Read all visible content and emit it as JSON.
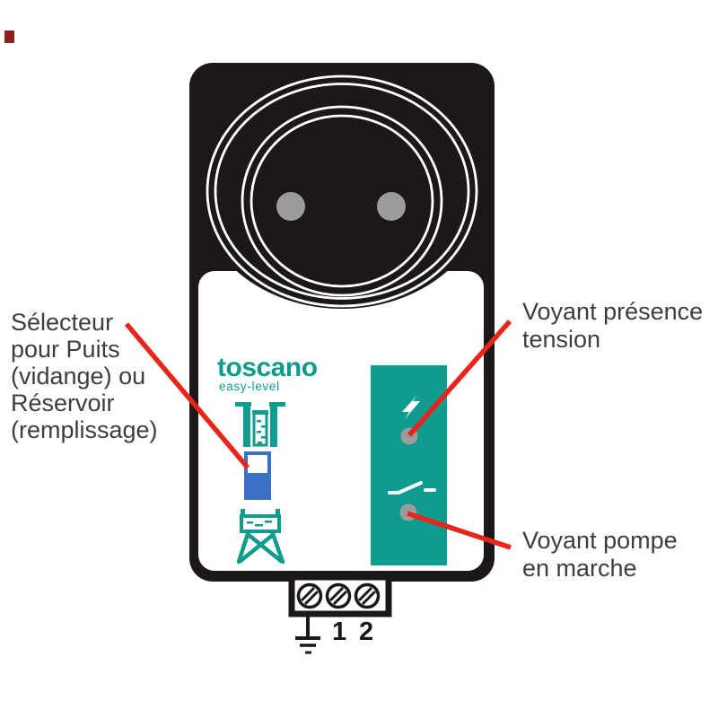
{
  "device": {
    "brand": "toscano",
    "tagline": "easy-level",
    "terminal_labels": {
      "t1": "1",
      "t2": "2"
    }
  },
  "annotations": {
    "selector": {
      "l1": "Sélecteur",
      "l2": "pour Puits",
      "l3": "(vidange) ou",
      "l4": "Réservoir",
      "l5": "(remplissage)"
    },
    "voltage_led": {
      "l1": "Voyant présence",
      "l2": "tension"
    },
    "pump_led": {
      "l1": "Voyant pompe",
      "l2": "en marche"
    }
  },
  "icons": {
    "socket": "power-socket-two-pin",
    "voltage": "lightning-bolt",
    "pump": "switch-contact",
    "selector_top": "well-probe-level",
    "selector_bottom": "reservoir-tower",
    "ground": "earth-ground-symbol",
    "screws": "slotted-terminal-screw"
  },
  "colors": {
    "black": "#1b1817",
    "teal": "#0f9b8e",
    "blue": "#3b70c5",
    "red": "#e6251d",
    "led": "#9c9c9c",
    "text": "#3d3d3d",
    "mark": "#8b2121"
  }
}
